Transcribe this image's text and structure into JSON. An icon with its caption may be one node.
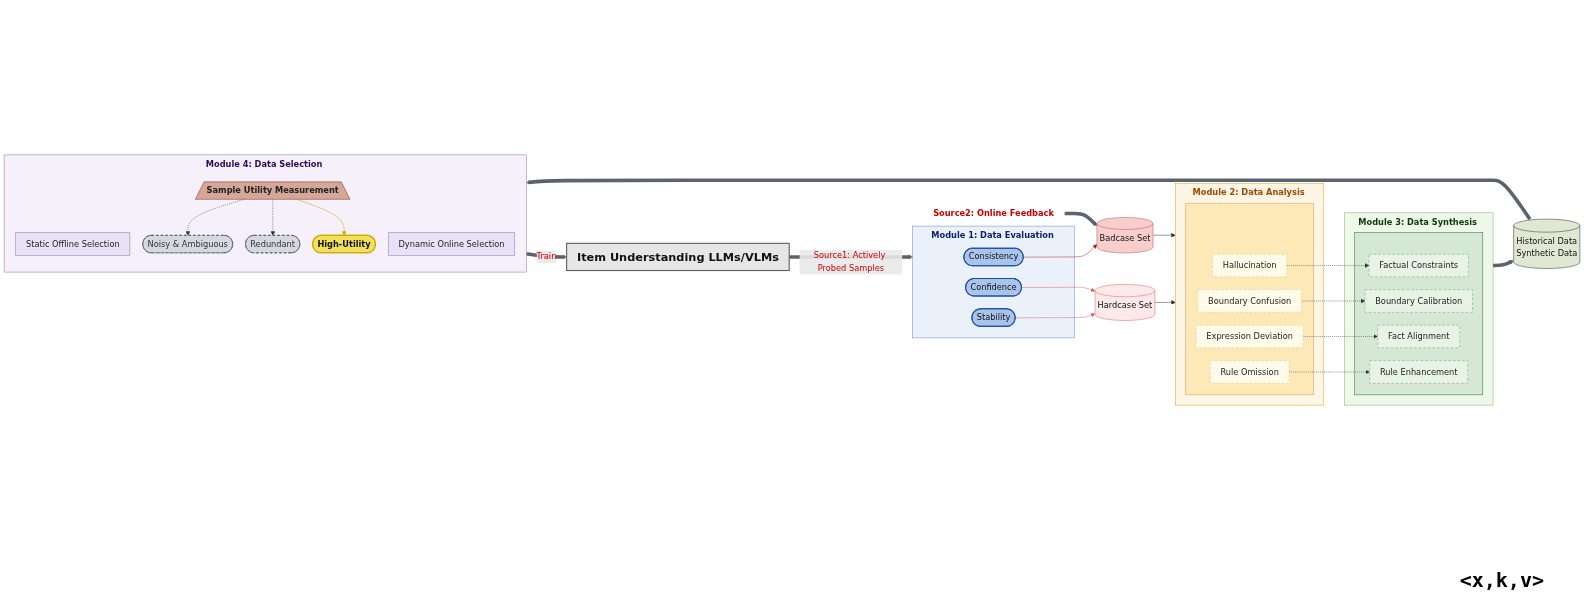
{
  "diagram": {
    "nodes": [
      {
        "text": [
          "Module 1: Data Evaluation"
        ]
      },
      {
        "text": [
          "Consistency"
        ],
        "in": 0
      },
      {
        "text": [
          "Confidence"
        ],
        "in": 0
      },
      {
        "text": [
          "Stability"
        ],
        "in": 0
      },
      {
        "text": [
          "Source2: Online Feedback"
        ]
      },
      {
        "text": [
          "Badcase Set"
        ]
      },
      {
        "text": [
          "Hardcase Set"
        ]
      },
      {
        "text": [
          "Module 2: Data Analysis"
        ]
      },
      {
        "text": [],
        "shape": "box",
        "in": 7
      },
      {
        "text": [
          "Hallucination"
        ],
        "in": 8
      },
      {
        "text": [
          "Boundary Confusion"
        ],
        "in": 8
      },
      {
        "text": [
          "Expression Deviation"
        ],
        "in": 8
      },
      {
        "text": [
          "Rule Omission"
        ],
        "in": 8
      },
      {
        "text": [
          "Module 3: Data Synthesis"
        ]
      },
      {
        "text": [],
        "shape": "box",
        "in": 13
      },
      {
        "text": [
          "Factual Constraints"
        ],
        "in": 14
      },
      {
        "text": [
          "Boundary Calibration"
        ],
        "in": 14
      },
      {
        "text": [
          "Fact Alignment"
        ],
        "in": 14
      },
      {
        "text": [
          "Rule Enhancement"
        ],
        "in": 14
      },
      {
        "text": [
          "Historical Data",
          "Synthetic Data"
        ]
      },
      {
        "text": [
          "Module 4: Data Selection"
        ]
      },
      {
        "text": [
          "Static Offline Selection"
        ],
        "in": 20
      },
      {
        "text": [
          "Dynamic Online Selection"
        ],
        "in": 20
      },
      {
        "text": [
          "Sample Utility Measurement"
        ],
        "in": 20
      },
      {
        "text": [
          "Noisy & Ambiguous"
        ],
        "in": 20
      },
      {
        "text": [
          "Redundant"
        ],
        "in": 20
      },
      {
        "text": [
          "High-Utility"
        ],
        "in": 20
      },
      {
        "text": [
          "Item Understanding LLMs/VLMs"
        ]
      }
    ],
    "edges": [
      {
        "from": 1,
        "to": 5,
        "arrow": "to",
        "color": "#a52a2a"
      },
      {
        "from": 2,
        "to": 6,
        "arrow": "to",
        "color": "#e06666"
      },
      {
        "from": 3,
        "to": 6,
        "arrow": "to",
        "color": "#e06666"
      },
      {
        "from": 4,
        "to": 5,
        "arrow": "to",
        "style": "thick"
      },
      {
        "from": 5,
        "to": 7,
        "arrow": "to"
      },
      {
        "from": 6,
        "to": 7,
        "arrow": "to"
      },
      {
        "from": 9,
        "to": 15,
        "arrow": "to",
        "style": "dashed"
      },
      {
        "from": 10,
        "to": 16,
        "arrow": "to",
        "style": "dashed"
      },
      {
        "from": 11,
        "to": 17,
        "arrow": "to",
        "style": "dashed"
      },
      {
        "from": 12,
        "to": 18,
        "arrow": "to",
        "style": "dashed"
      },
      {
        "from": 13,
        "to": 19,
        "arrow": "to",
        "style": "thick"
      },
      {
        "from": 19,
        "to": 20,
        "arrow": "to",
        "style": "thick"
      },
      {
        "from": 23,
        "to": 24,
        "arrow": "to",
        "style": "dashed"
      },
      {
        "from": 23,
        "to": 25,
        "arrow": "to",
        "style": "dashed"
      },
      {
        "from": 23,
        "to": 26,
        "arrow": "to",
        "color": "#c8a800"
      },
      {
        "from": 20,
        "to": 27,
        "arrow": "to",
        "style": "thick",
        "label": "Train"
      },
      {
        "from": 27,
        "to": 0,
        "arrow": "to",
        "style": "thick",
        "label": "Source1: Actively Probed Samples"
      }
    ],
    "labels": [
      "<x,k,v>"
    ]
  }
}
